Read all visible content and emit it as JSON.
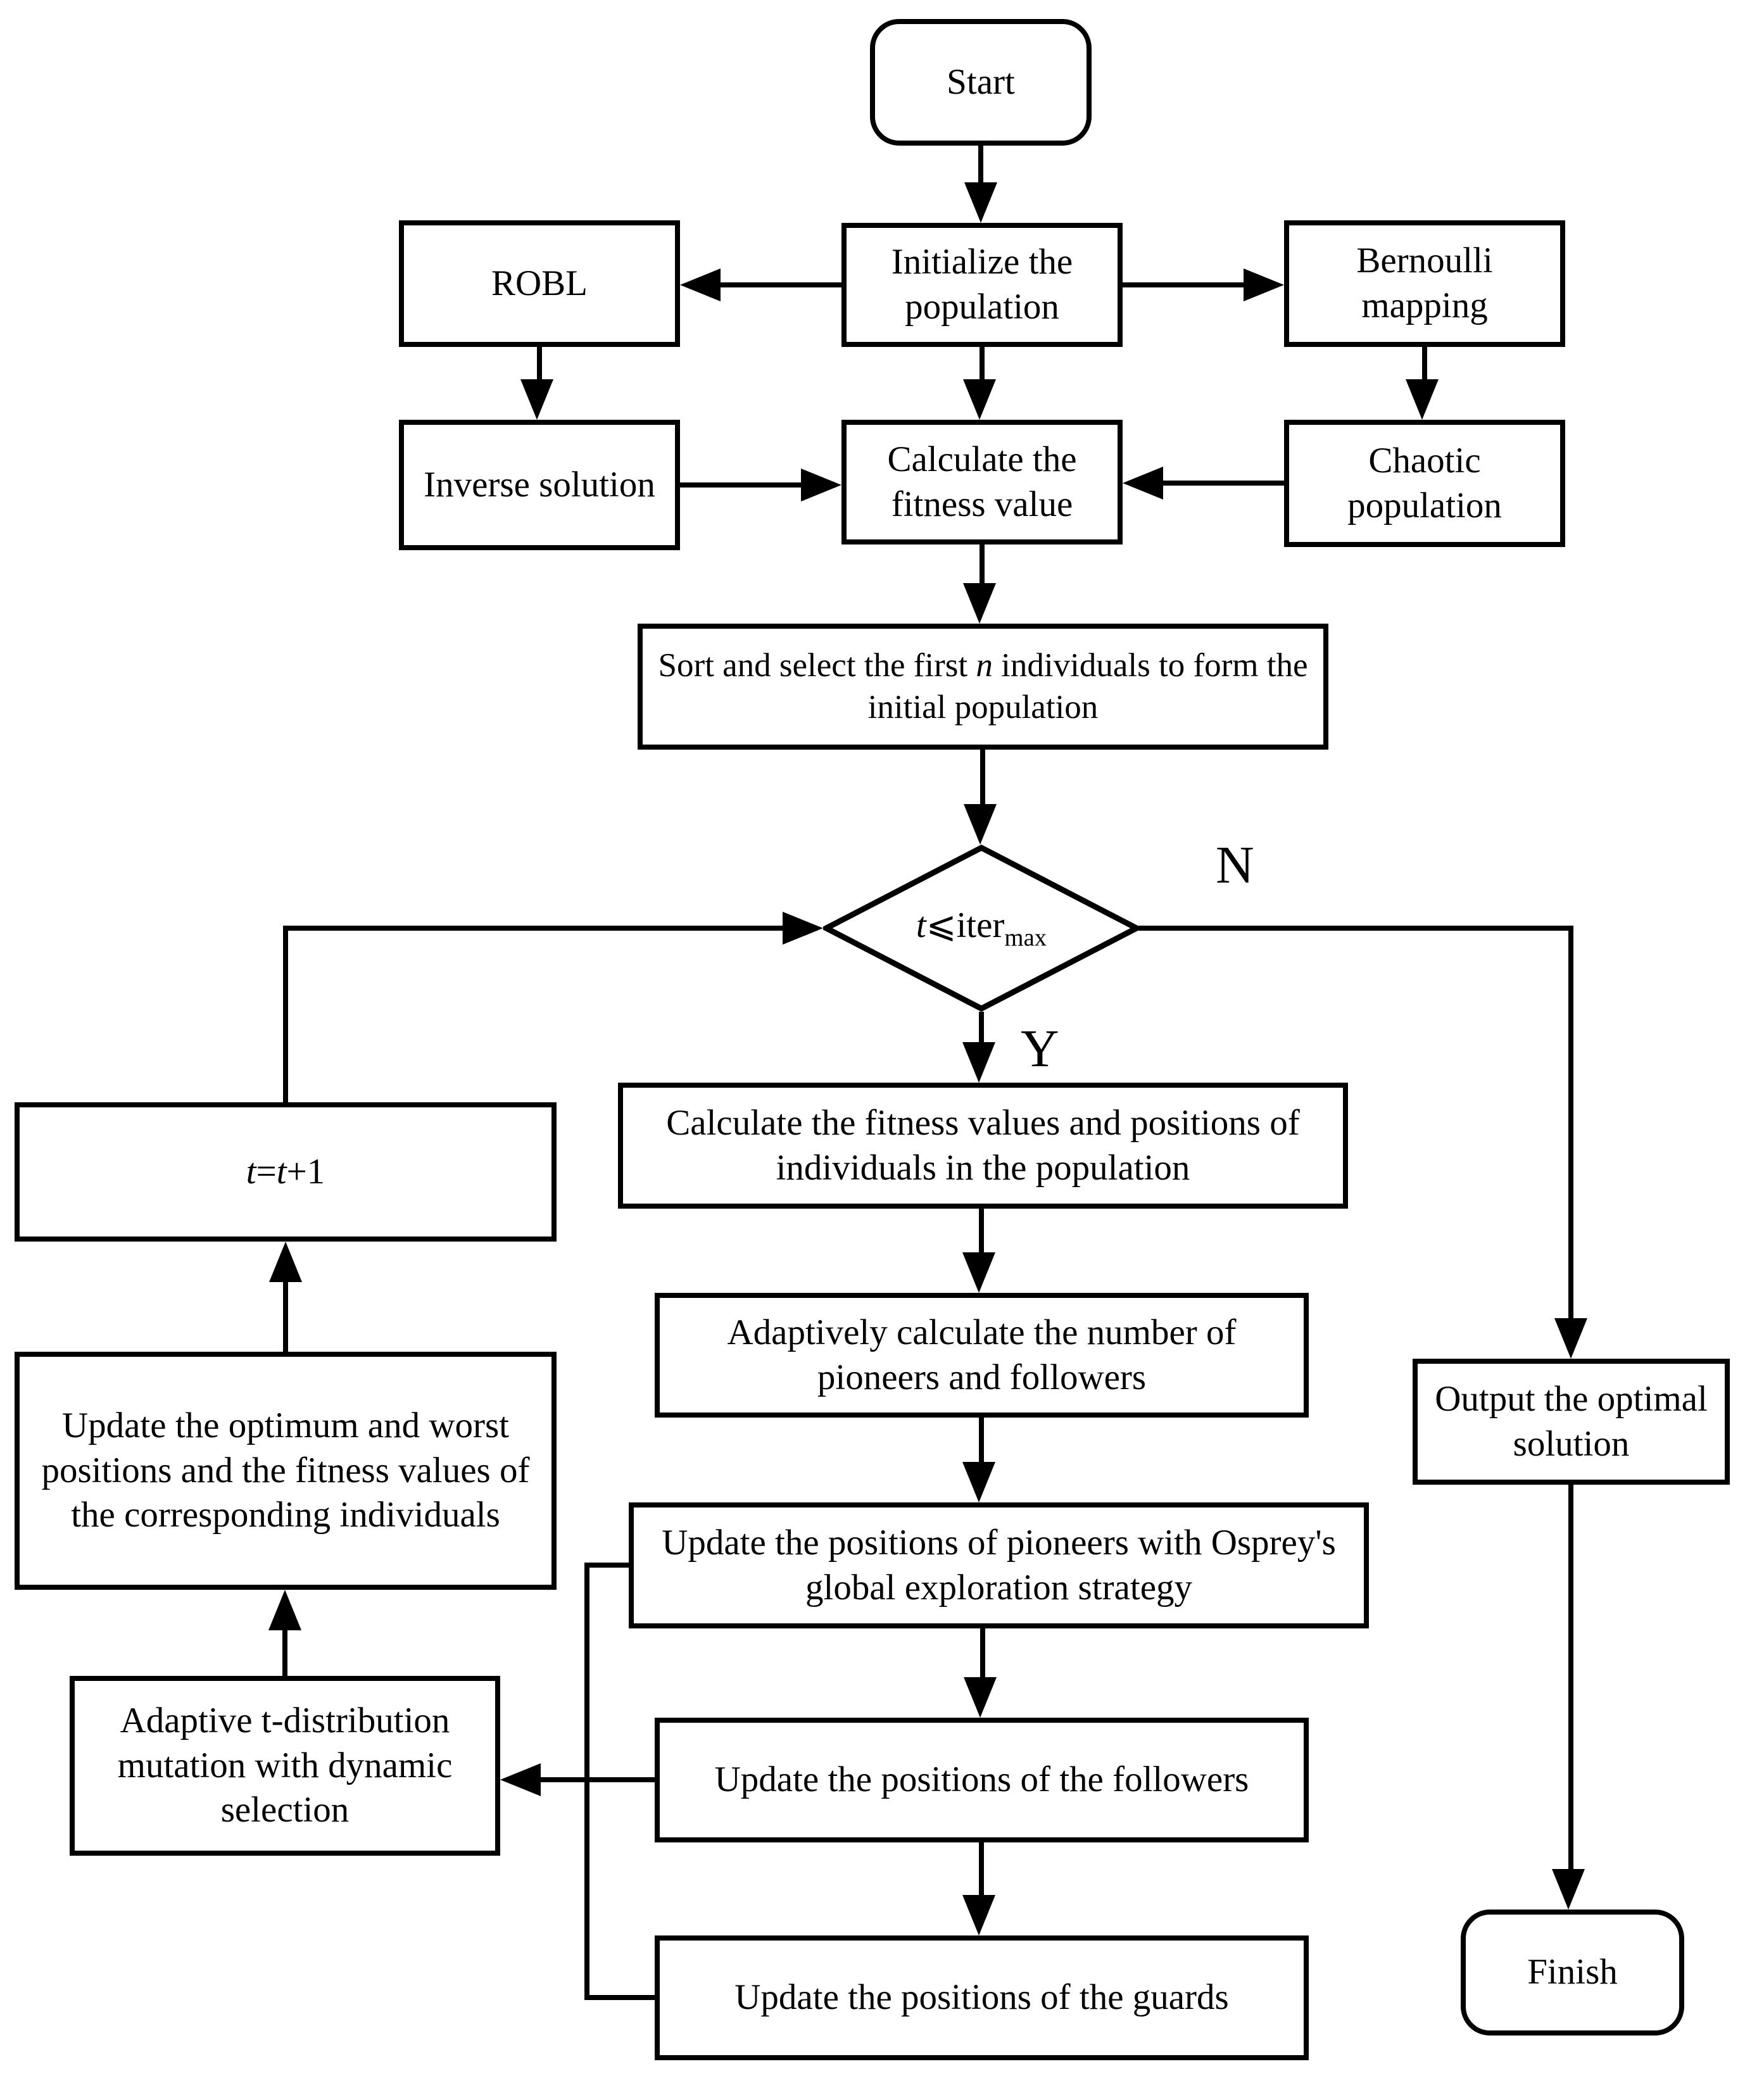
{
  "nodes": {
    "start": {
      "label": "Start"
    },
    "initialize": {
      "label": "Initialize the population"
    },
    "robl": {
      "label": "ROBL"
    },
    "bernoulli": {
      "label": "Bernoulli mapping"
    },
    "inverse": {
      "label": "Inverse solution"
    },
    "calc_fitness": {
      "label": "Calculate the fitness value"
    },
    "chaotic": {
      "label": "Chaotic population"
    },
    "sort": {
      "text_before": "Sort and select the first ",
      "variable": "n",
      "text_after": " individuals to form the initial population"
    },
    "condition": {
      "variable": "t",
      "operator": "⩽",
      "base": "iter",
      "subscript": "max"
    },
    "calc_fitness_positions": {
      "label": "Calculate the fitness values and positions of individuals in the population"
    },
    "adaptive_count": {
      "label": "Adaptively calculate the number of pioneers and followers"
    },
    "update_pioneers": {
      "label": "Update the positions of pioneers with Osprey's global exploration strategy"
    },
    "update_followers": {
      "label": "Update the positions of the followers"
    },
    "update_guards": {
      "label": "Update the positions of the guards"
    },
    "increment": {
      "variable_left": "t",
      "operator": "=",
      "variable_right": "t",
      "suffix": "+1"
    },
    "update_optimum": {
      "label": "Update the optimum and worst positions and the fitness values of the corresponding individuals"
    },
    "adaptive_mutation": {
      "label": "Adaptive t-distribution mutation with dynamic selection"
    },
    "output": {
      "label": "Output the optimal solution"
    },
    "finish": {
      "label": "Finish"
    }
  },
  "edge_labels": {
    "no": "N",
    "yes": "Y"
  },
  "colors": {
    "line": "#000000",
    "background": "#ffffff",
    "text": "#000000"
  }
}
